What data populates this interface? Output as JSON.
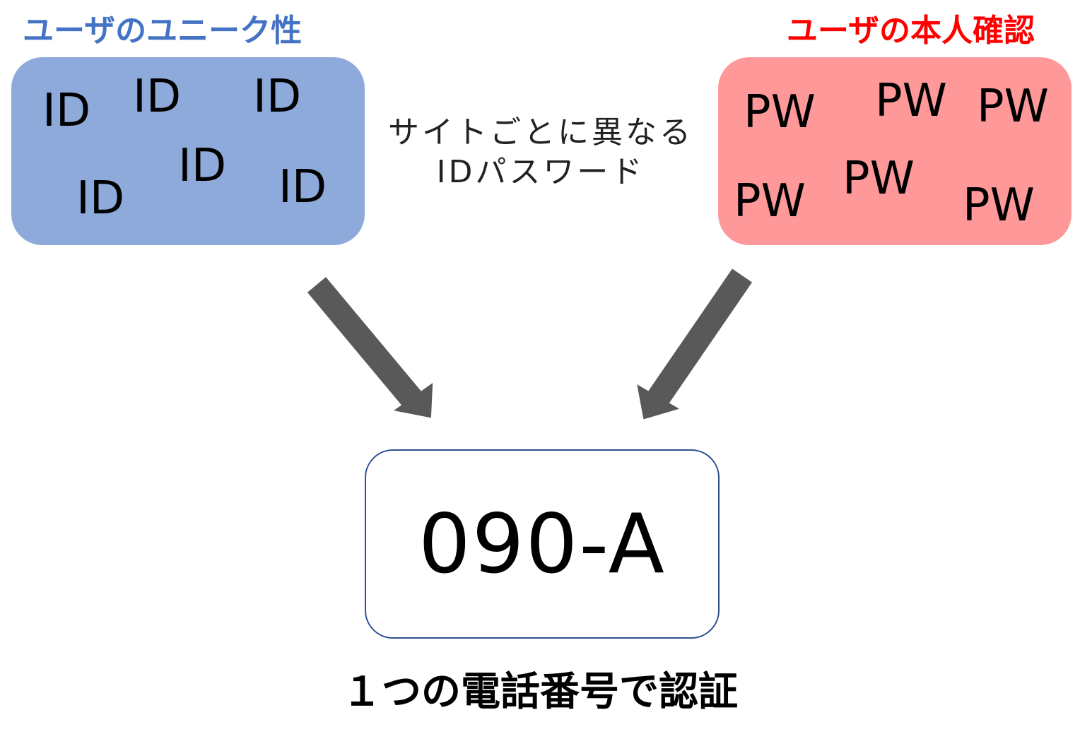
{
  "colors": {
    "id_heading": "#4472c4",
    "pw_heading": "#ff0000",
    "id_panel": "#8eaadb",
    "pw_panel": "#ff9999",
    "arrow": "#595959",
    "phone_border": "#2f4f8f"
  },
  "id_section": {
    "heading": "ユーザのユニーク性",
    "tokens": [
      "ID",
      "ID",
      "ID",
      "ID",
      "ID",
      "ID"
    ]
  },
  "pw_section": {
    "heading": "ユーザの本人確認",
    "tokens": [
      "PW",
      "PW",
      "PW",
      "PW",
      "PW",
      "PW"
    ]
  },
  "center_note": {
    "line1": "サイトごとに異なる",
    "line2": "IDパスワード"
  },
  "phone": {
    "number": "090-A"
  },
  "caption": "１つの電話番号で認証"
}
